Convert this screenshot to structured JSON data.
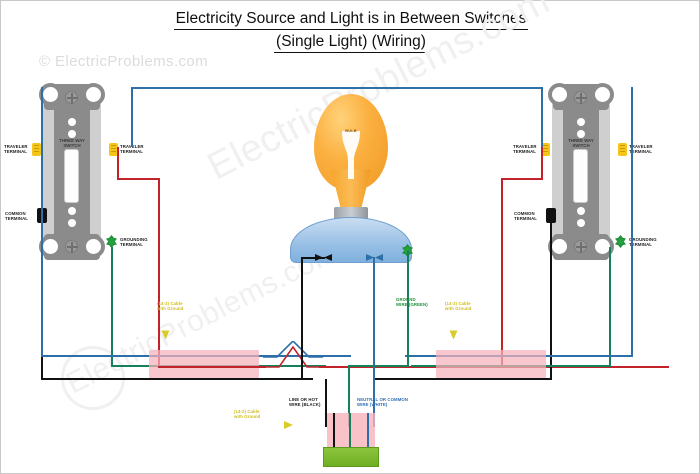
{
  "document": {
    "title_line1": "Electricity Source and Light is in Between Switches",
    "title_line2": "(Single Light) (Wiring)",
    "watermark_top": "© ElectricProblems.com",
    "watermark_diagonal": "ElectricProblems.com"
  },
  "colors": {
    "hot_black": "#111111",
    "traveler_red": "#c4222a",
    "neutral_blue": "#2d6fa8",
    "ground_green": "#15805a",
    "terminal_brass": "#f5c518",
    "bulb_glow": "#fbb040",
    "fixture_blue": "#9cc2e6",
    "cable_sheath": "#f7b3bb",
    "source_block": "#8cc63f",
    "label_yellow": "#cdbb1a"
  },
  "left_switch": {
    "device_name": "THREE WAY SWITCH",
    "traveler_left_label": "TRAVELER TERMINAL",
    "traveler_right_label": "TRAVELER TERMINAL",
    "common_label": "COMMON TERMINAL",
    "grounding_label": "GROUNDING TERMINAL"
  },
  "right_switch": {
    "device_name": "THREE WAY SWITCH",
    "traveler_left_label": "TRAVELER TERMINAL",
    "traveler_right_label": "TRAVELER TERMINAL",
    "common_label": "COMMON TERMINAL",
    "grounding_label": "GROUNDING TERMINAL"
  },
  "light": {
    "bulb_marking": "BULB"
  },
  "cable_labels": {
    "left_cable": "(14-3) Cable\nwith Ground",
    "right_cable": "(14-3) Cable\nwith Ground",
    "source_cable": "(14-2) Cable\nwith Ground",
    "ground_wire": "GROUND\nWIRE (GREEN)",
    "hot_wire": "LINE OR HOT\nWIRE (BLACK)",
    "neutral_wire": "NEUTRAL OR COMMON\nWIRE (WHITE)"
  }
}
